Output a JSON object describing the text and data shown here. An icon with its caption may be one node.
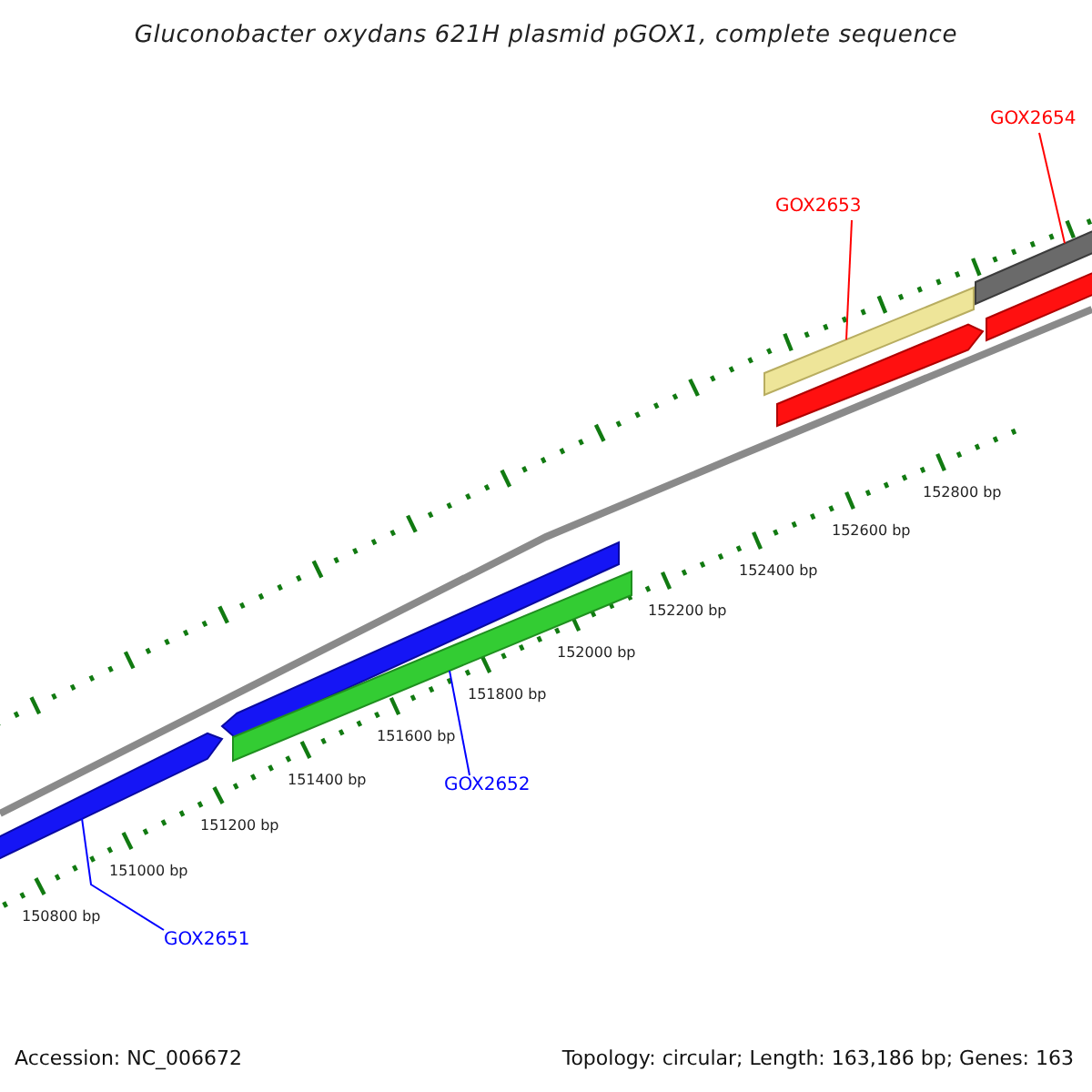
{
  "diagram": {
    "title": "Gluconobacter oxydans 621H plasmid pGOX1, complete sequence",
    "nodes": [
      {
        "text": [
          "GOX2651"
        ]
      },
      {
        "text": [
          "GOX2652"
        ]
      },
      {
        "text": [
          "GOX2653"
        ]
      },
      {
        "text": [
          "GOX2654"
        ]
      },
      {
        "text": [],
        "shape": "bar"
      },
      {
        "text": [],
        "shape": "bar"
      },
      {
        "text": [],
        "shape": "bar"
      },
      {
        "text": [],
        "shape": "bar"
      },
      {
        "text": [],
        "shape": "bar"
      },
      {
        "text": [],
        "shape": "bar"
      },
      {
        "text": [],
        "shape": "bar"
      }
    ],
    "edges": [
      {
        "from": 0,
        "to": 4,
        "arrow": "none",
        "color": "#0000ff"
      },
      {
        "from": 1,
        "to": 6,
        "arrow": "none",
        "color": "#0000ff"
      },
      {
        "from": 2,
        "to": 7,
        "arrow": "none",
        "color": "#ff0000"
      },
      {
        "from": 3,
        "to": 9,
        "arrow": "none",
        "color": "#ff0000"
      }
    ],
    "labels": [
      "152800 bp",
      "152600 bp",
      "152400 bp",
      "152200 bp",
      "152000 bp",
      "151800 bp",
      "151600 bp",
      "151400 bp",
      "151200 bp",
      "151000 bp",
      "150800 bp",
      "Accession: NC_006672",
      "Topology: circular; Length: 163,186 bp; Genes: 163"
    ]
  }
}
